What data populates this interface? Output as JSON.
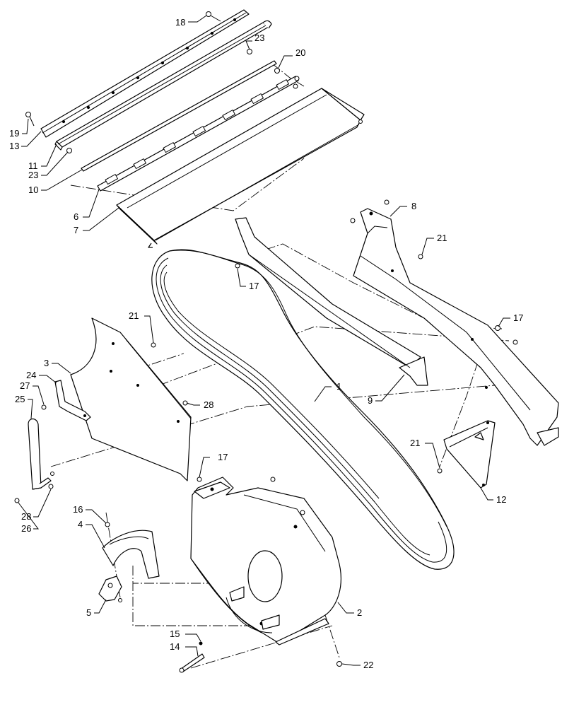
{
  "diagram": {
    "callouts": [
      {
        "id": "c1",
        "label": "1"
      },
      {
        "id": "c2",
        "label": "2"
      },
      {
        "id": "c3",
        "label": "3"
      },
      {
        "id": "c4",
        "label": "4"
      },
      {
        "id": "c5",
        "label": "5"
      },
      {
        "id": "c6",
        "label": "6"
      },
      {
        "id": "c7",
        "label": "7"
      },
      {
        "id": "c8",
        "label": "8"
      },
      {
        "id": "c9",
        "label": "9"
      },
      {
        "id": "c10",
        "label": "10"
      },
      {
        "id": "c11",
        "label": "11"
      },
      {
        "id": "c12",
        "label": "12"
      },
      {
        "id": "c13",
        "label": "13"
      },
      {
        "id": "c14",
        "label": "14"
      },
      {
        "id": "c15",
        "label": "15"
      },
      {
        "id": "c16",
        "label": "16"
      },
      {
        "id": "c17a",
        "label": "17"
      },
      {
        "id": "c17b",
        "label": "17"
      },
      {
        "id": "c17c",
        "label": "17"
      },
      {
        "id": "c18",
        "label": "18"
      },
      {
        "id": "c19",
        "label": "19"
      },
      {
        "id": "c20",
        "label": "20"
      },
      {
        "id": "c21a",
        "label": "21"
      },
      {
        "id": "c21b",
        "label": "21"
      },
      {
        "id": "c21c",
        "label": "21"
      },
      {
        "id": "c22",
        "label": "22"
      },
      {
        "id": "c23a",
        "label": "23"
      },
      {
        "id": "c23b",
        "label": "23"
      },
      {
        "id": "c24",
        "label": "24"
      },
      {
        "id": "c25",
        "label": "25"
      },
      {
        "id": "c26",
        "label": "26"
      },
      {
        "id": "c27",
        "label": "27"
      },
      {
        "id": "c28a",
        "label": "28"
      },
      {
        "id": "c28b",
        "label": "28"
      }
    ]
  },
  "colors": {
    "line": "#000000",
    "background": "#ffffff"
  }
}
